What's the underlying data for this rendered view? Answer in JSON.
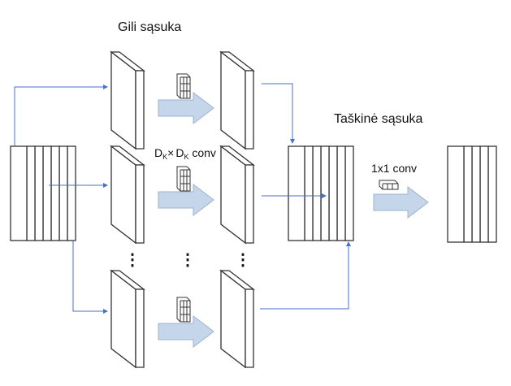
{
  "labels": {
    "depthwise_title": "Gili sąsuka",
    "pointwise_title": "Taškinė sąsuka",
    "depthwise_kernel_d1": "D",
    "depthwise_kernel_sub1": "K",
    "depthwise_kernel_times": "×",
    "depthwise_kernel_d2": "D",
    "depthwise_kernel_sub2": "K",
    "depthwise_kernel_conv": " conv",
    "pointwise_kernel": "1x1 conv",
    "ellipsis": "⋮"
  },
  "colors": {
    "line": "#4472c4",
    "arrow_fill": "#c5d6ea",
    "arrow_stroke": "#9db3cf",
    "block_stroke": "#333333",
    "block_fill": "#ffffff"
  }
}
